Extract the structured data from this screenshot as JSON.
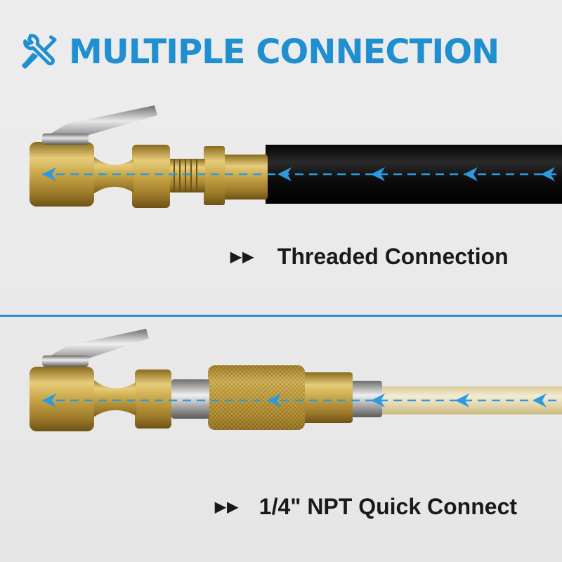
{
  "header": {
    "icon": "wrench-screwdriver-icon",
    "title": "MULTIPLE CONNECTION"
  },
  "sections": [
    {
      "arrows": "▶▶",
      "label": "Threaded Connection"
    },
    {
      "arrows": "▶▶",
      "label": "1/4\" NPT Quick Connect"
    }
  ],
  "colors": {
    "accent": "#1f8fcf",
    "brass": "#c9a646",
    "hose_black": "#111111",
    "hose_clear": "#e8dcb6",
    "flow_arrow": "#2d9ae0"
  }
}
